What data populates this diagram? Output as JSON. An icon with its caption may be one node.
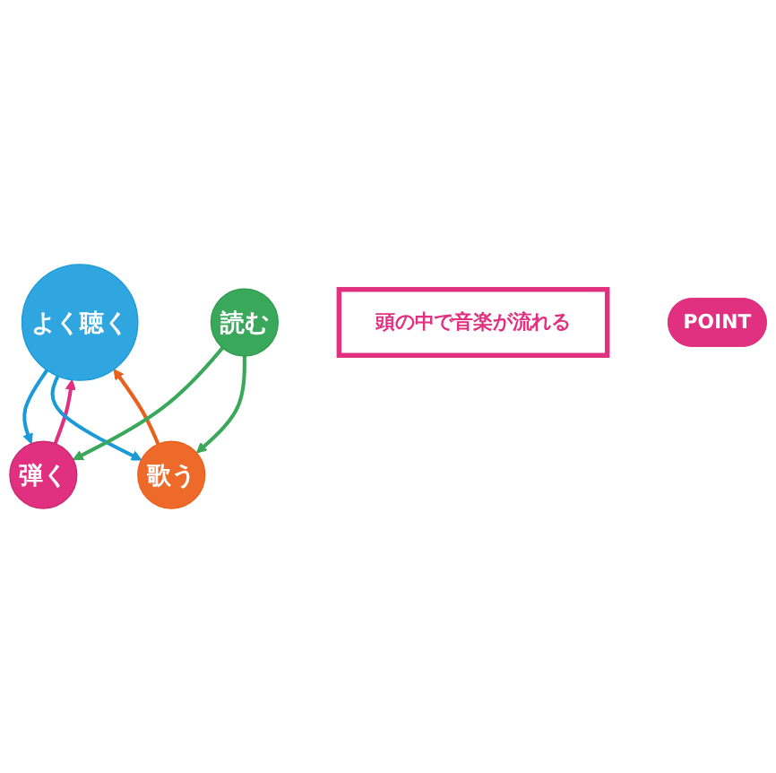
{
  "diagram": {
    "nodes": [
      {
        "text": [
          "よく聴く"
        ]
      },
      {
        "text": [
          "弾く"
        ]
      },
      {
        "text": [
          "歌う"
        ]
      },
      {
        "text": [
          "読む"
        ]
      },
      {
        "text": [
          "頭の中で音楽が流れる"
        ]
      },
      {
        "text": [
          "POINT"
        ]
      }
    ],
    "edges": [
      {
        "from": 1,
        "to": 0,
        "arrow": "to",
        "color": "#e0307f"
      },
      {
        "from": 0,
        "to": 1,
        "arrow": "to",
        "color": "#1a9ad6"
      },
      {
        "from": 0,
        "to": 2,
        "arrow": "to",
        "color": "#1a9ad6"
      },
      {
        "from": 2,
        "to": 0,
        "arrow": "to",
        "color": "#e8601c"
      },
      {
        "from": 3,
        "to": 1,
        "arrow": "to",
        "color": "#3aa85a"
      },
      {
        "from": 3,
        "to": 2,
        "arrow": "to",
        "color": "#3aa85a"
      }
    ]
  }
}
